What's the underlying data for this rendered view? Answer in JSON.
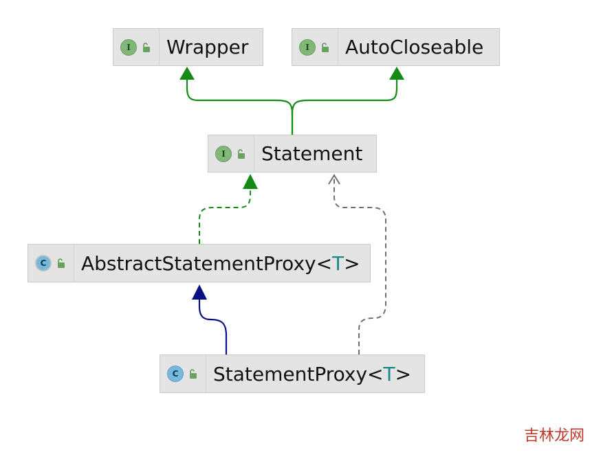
{
  "nodes": {
    "wrapper": {
      "name": "Wrapper",
      "kind": "interface",
      "badge": "I"
    },
    "autocloseable": {
      "name": "AutoCloseable",
      "kind": "interface",
      "badge": "I"
    },
    "statement": {
      "name": "Statement",
      "kind": "interface",
      "badge": "I"
    },
    "abstract_statement_proxy": {
      "name": "AbstractStatementProxy",
      "type_open": "<",
      "type_param": "T",
      "type_close": ">",
      "kind": "abstract-class",
      "badge": "C"
    },
    "statement_proxy": {
      "name": "StatementProxy",
      "type_open": "<",
      "type_param": "T",
      "type_close": ">",
      "kind": "class",
      "badge": "C"
    }
  },
  "edges": [
    {
      "from": "statement",
      "to": "wrapper",
      "kind": "extends",
      "style": "solid",
      "color": "#138a13"
    },
    {
      "from": "statement",
      "to": "autocloseable",
      "kind": "extends",
      "style": "solid",
      "color": "#138a13"
    },
    {
      "from": "abstract_statement_proxy",
      "to": "statement",
      "kind": "implements",
      "style": "dashed",
      "color": "#138a13"
    },
    {
      "from": "statement_proxy",
      "to": "abstract_statement_proxy",
      "kind": "extends",
      "style": "solid",
      "color": "#0b0f84"
    },
    {
      "from": "statement_proxy",
      "to": "statement",
      "kind": "implements",
      "style": "dashed",
      "color": "#6f6f6f"
    }
  ],
  "colors": {
    "node_bg": "#e4e4e4",
    "interface_badge": "#83b77a",
    "class_badge": "#76b7dc",
    "lock": "#6aa161",
    "type_param": "#19878b",
    "watermark": "#c0392b"
  },
  "icons": {
    "interface": "interface-badge-icon",
    "class": "class-badge-icon",
    "abstract": "abstract-class-badge-icon",
    "visibility": "unlocked-padlock-icon"
  },
  "watermark": "吉林龙网"
}
